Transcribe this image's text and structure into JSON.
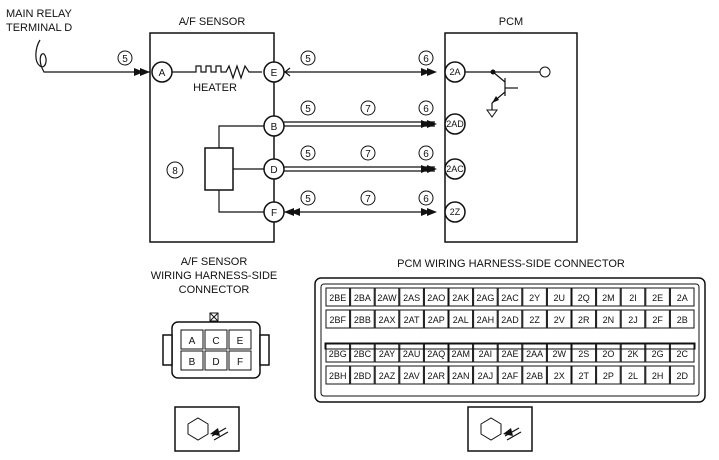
{
  "labels": {
    "main_relay": [
      "MAIN RELAY",
      "TERMINAL D"
    ],
    "af_sensor": "A/F SENSOR",
    "pcm": "PCM",
    "heater": "HEATER",
    "af_connector": [
      "A/F SENSOR",
      "WIRING HARNESS-SIDE",
      "CONNECTOR"
    ],
    "pcm_connector": "PCM WIRING HARNESS-SIDE CONNECTOR"
  },
  "af_pins": [
    "A",
    "E",
    "B",
    "D",
    "F"
  ],
  "pcm_pins": [
    "2A",
    "2AD",
    "2AC",
    "2Z"
  ],
  "callouts": {
    "c5": "5",
    "c6": "6",
    "c7": "7",
    "c8": "8"
  },
  "af_connector_grid": [
    [
      "A",
      "C",
      "E"
    ],
    [
      "B",
      "D",
      "F"
    ]
  ],
  "pcm_connector_rows": [
    [
      "2BE",
      "2BA",
      "2AW",
      "2AS",
      "2AO",
      "2AK",
      "2AG",
      "2AC",
      "2Y",
      "2U",
      "2Q",
      "2M",
      "2I",
      "2E",
      "2A"
    ],
    [
      "2BF",
      "2BB",
      "2AX",
      "2AT",
      "2AP",
      "2AL",
      "2AH",
      "2AD",
      "2Z",
      "2V",
      "2R",
      "2N",
      "2J",
      "2F",
      "2B"
    ],
    [
      "2BG",
      "2BC",
      "2AY",
      "2AU",
      "2AQ",
      "2AM",
      "2AI",
      "2AE",
      "2AA",
      "2W",
      "2S",
      "2O",
      "2K",
      "2G",
      "2C"
    ],
    [
      "2BH",
      "2BD",
      "2AZ",
      "2AV",
      "2AR",
      "2AN",
      "2AJ",
      "2AF",
      "2AB",
      "2X",
      "2T",
      "2P",
      "2L",
      "2H",
      "2D"
    ]
  ]
}
